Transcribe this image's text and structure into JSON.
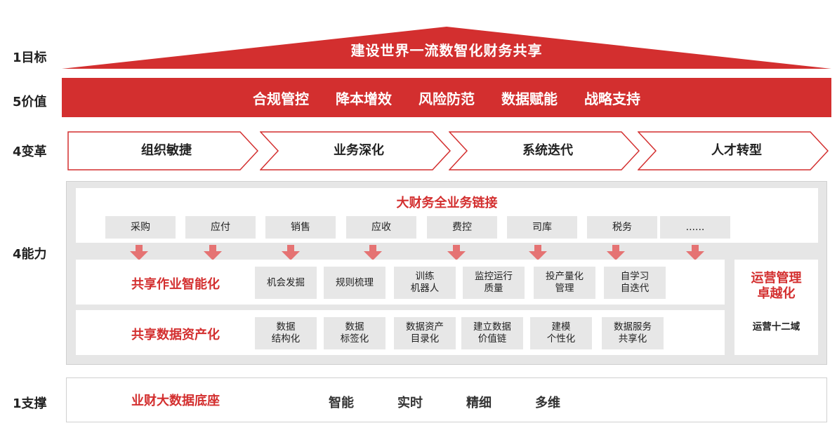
{
  "row_labels": {
    "goal": "1目标",
    "value": "5价值",
    "reform": "4变革",
    "capability": "4能力",
    "support": "1支撑"
  },
  "goal_title": "建设世界一流数智化财务共享",
  "values": [
    "合规管控",
    "降本增效",
    "风险防范",
    "数据赋能",
    "战略支持"
  ],
  "reforms": [
    "组织敏捷",
    "业务深化",
    "系统迭代",
    "人才转型"
  ],
  "chain": {
    "title": "大财务全业务链接",
    "items": [
      "采购",
      "应付",
      "销售",
      "应收",
      "费控",
      "司库",
      "税务",
      "......"
    ]
  },
  "shared_ops": {
    "title": "共享作业智能化",
    "tiles": [
      [
        "机会发掘"
      ],
      [
        "规则梳理"
      ],
      [
        "训练",
        "机器人"
      ],
      [
        "监控运行",
        "质量"
      ],
      [
        "投产量化",
        "管理"
      ],
      [
        "自学习",
        "自迭代"
      ]
    ]
  },
  "shared_data": {
    "title": "共享数据资产化",
    "tiles": [
      [
        "数据",
        "结构化"
      ],
      [
        "数据",
        "标签化"
      ],
      [
        "数据资产",
        "目录化"
      ],
      [
        "建立数据",
        "价值链"
      ],
      [
        "建模",
        "个性化"
      ],
      [
        "数据服务",
        "共享化"
      ]
    ]
  },
  "operations": {
    "title_line1": "运营管理",
    "title_line2": "卓越化",
    "subtitle": "运营十二域"
  },
  "support": {
    "title": "业财大数据底座",
    "items": [
      "智能",
      "实时",
      "精细",
      "多维"
    ]
  },
  "colors": {
    "accent": "#d32f2f",
    "tile": "#e7e7e7",
    "panel": "#e6e6e6"
  }
}
